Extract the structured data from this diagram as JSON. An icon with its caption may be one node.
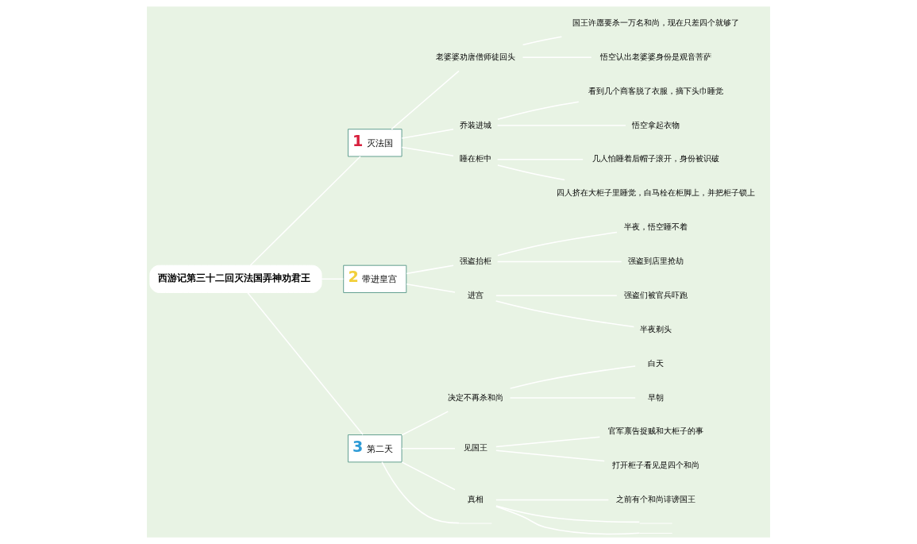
{
  "diagram": {
    "nodes": [
      {
        "text": [
          "西游记第三十二回灭法国弄神劝君王"
        ]
      },
      {
        "text": [
          "1",
          "灭法国"
        ]
      },
      {
        "text": [
          "老婆婆劝唐僧师徒回头"
        ]
      },
      {
        "text": [
          "国王许愿要杀一万名和尚，现在只差四个就够了"
        ]
      },
      {
        "text": [
          "悟空认出老婆婆身份是观音菩萨"
        ]
      },
      {
        "text": [
          "乔装进城"
        ]
      },
      {
        "text": [
          "看到几个商客脱了衣服，摘下头巾睡觉"
        ]
      },
      {
        "text": [
          "悟空拿起衣物"
        ]
      },
      {
        "text": [
          "睡在柜中"
        ]
      },
      {
        "text": [
          "几人怕睡着后帽子滚开，身份被识破"
        ]
      },
      {
        "text": [
          "四人挤在大柜子里睡觉，白马栓在柜脚上，并把柜子锁上"
        ]
      },
      {
        "text": [
          "2",
          "带进皇宫"
        ]
      },
      {
        "text": [
          "强盗抬柜"
        ]
      },
      {
        "text": [
          "半夜，悟空睡不着"
        ]
      },
      {
        "text": [
          "强盗到店里抢劫"
        ]
      },
      {
        "text": [
          "进宫"
        ]
      },
      {
        "text": [
          "强盗们被官兵吓跑"
        ]
      },
      {
        "text": [
          "半夜剃头"
        ]
      },
      {
        "text": [
          "3",
          "第二天"
        ]
      },
      {
        "text": [
          "决定不再杀和尚"
        ]
      },
      {
        "text": [
          "白天"
        ]
      },
      {
        "text": [
          "早朝"
        ]
      },
      {
        "text": [
          "见国王"
        ]
      },
      {
        "text": [
          "官军禀告捉贼和大柜子的事"
        ]
      },
      {
        "text": [
          "打开柜子看见是四个和尚"
        ]
      },
      {
        "text": [
          "真相"
        ]
      },
      {
        "text": [
          "之前有个和尚诽谤国王"
        ]
      },
      {
        "text": [],
        "shape": "bar"
      },
      {
        "text": [],
        "shape": "bar"
      },
      {
        "text": [],
        "shape": "bar"
      }
    ],
    "edges": [
      {
        "from": 0,
        "to": 1,
        "arrow": "none"
      },
      {
        "from": 1,
        "to": 2,
        "arrow": "none"
      },
      {
        "from": 2,
        "to": 3,
        "arrow": "none"
      },
      {
        "from": 2,
        "to": 4,
        "arrow": "none"
      },
      {
        "from": 1,
        "to": 5,
        "arrow": "none"
      },
      {
        "from": 5,
        "to": 6,
        "arrow": "none"
      },
      {
        "from": 5,
        "to": 7,
        "arrow": "none"
      },
      {
        "from": 1,
        "to": 8,
        "arrow": "none"
      },
      {
        "from": 8,
        "to": 9,
        "arrow": "none"
      },
      {
        "from": 8,
        "to": 10,
        "arrow": "none"
      },
      {
        "from": 0,
        "to": 11,
        "arrow": "none"
      },
      {
        "from": 11,
        "to": 12,
        "arrow": "none"
      },
      {
        "from": 12,
        "to": 13,
        "arrow": "none"
      },
      {
        "from": 12,
        "to": 14,
        "arrow": "none"
      },
      {
        "from": 11,
        "to": 15,
        "arrow": "none"
      },
      {
        "from": 15,
        "to": 16,
        "arrow": "none"
      },
      {
        "from": 15,
        "to": 17,
        "arrow": "none"
      },
      {
        "from": 0,
        "to": 18,
        "arrow": "none"
      },
      {
        "from": 18,
        "to": 19,
        "arrow": "none"
      },
      {
        "from": 19,
        "to": 20,
        "arrow": "none"
      },
      {
        "from": 19,
        "to": 21,
        "arrow": "none"
      },
      {
        "from": 18,
        "to": 22,
        "arrow": "none"
      },
      {
        "from": 22,
        "to": 23,
        "arrow": "none"
      },
      {
        "from": 22,
        "to": 24,
        "arrow": "none"
      },
      {
        "from": 18,
        "to": 25,
        "arrow": "none"
      },
      {
        "from": 25,
        "to": 26,
        "arrow": "none"
      },
      {
        "from": 25,
        "to": 27,
        "arrow": "none"
      },
      {
        "from": 25,
        "to": 28,
        "arrow": "none"
      },
      {
        "from": 18,
        "to": 29,
        "arrow": "none"
      }
    ]
  }
}
